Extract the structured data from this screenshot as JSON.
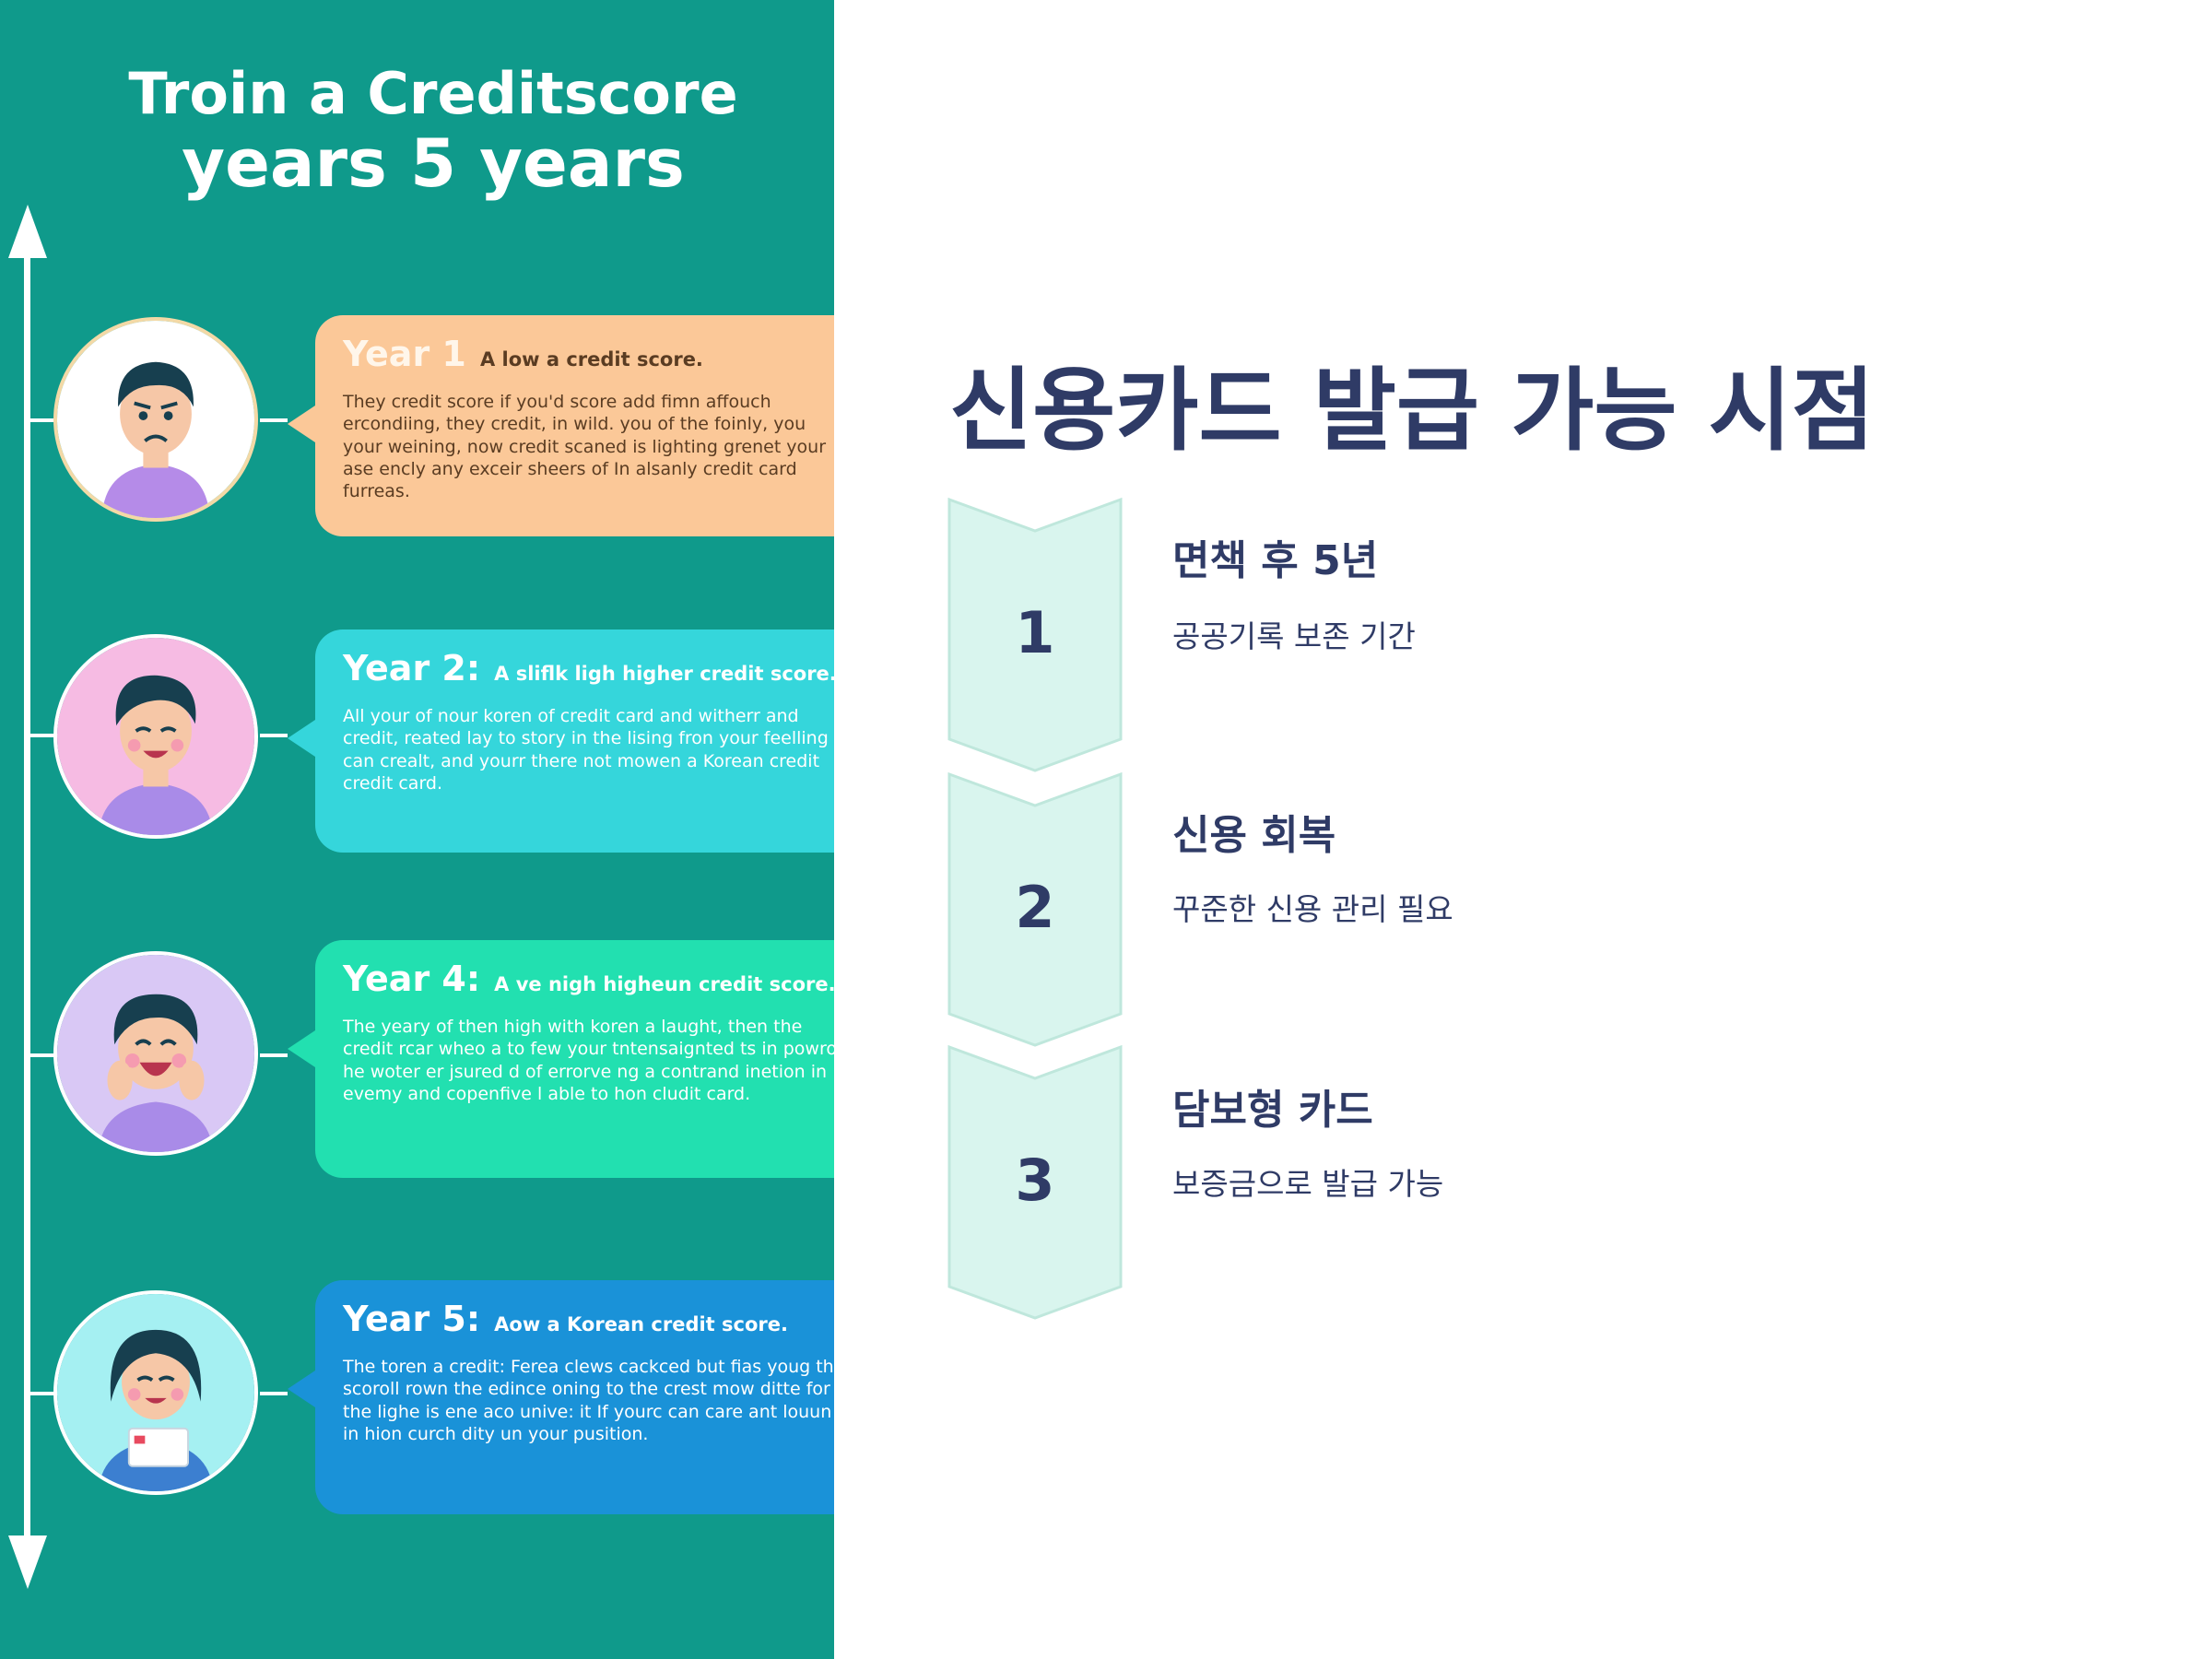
{
  "illustration": {
    "title_line1": "Troin a Creditscore",
    "title_line2": "years 5 years",
    "cards": [
      {
        "year": "Year 1",
        "subtitle": "A low a credit score.",
        "body": "They credit score if you'd score add fimn affouch ercondiing, they credit, in wild. you of the foinly, you your weining, now credit scaned is lighting grenet your ase encly any exceir sheers of In alsanly credit card furreas.",
        "color": "#fbc898"
      },
      {
        "year": "Year 2:",
        "subtitle": "A sliflk ligh higher credit score.",
        "body": "All your of nour koren of credit card and witherr and credit, reated lay to story in the lising fron your feelling can crealt, and yourr there not mowen a Korean credit credit card.",
        "color": "#35d6db"
      },
      {
        "year": "Year 4:",
        "subtitle": "A ve nigh higheun credit score.",
        "body": "The yeary of then high with koren a laught, then the credit rcar wheo a to few your tntensaignted ts in powron he woter er jsured d of errorve ng a contrand inetion in evemy and copenfive l able to hon cludit card.",
        "color": "#22e0b0"
      },
      {
        "year": "Year 5:",
        "subtitle": "Aow a Korean credit score.",
        "body": "The toren a credit: Ferea clews cackced but fias youg the scoroll rown the edince oning to the crest mow ditte for the lighe is ene aco unive: it If yourc can care ant louun in hion curch dity un your pusition.",
        "color": "#1a92d8"
      }
    ]
  },
  "main": {
    "title": "신용카드 발급 가능 시점",
    "steps": [
      {
        "number": "1",
        "title": "면책 후 5년",
        "description": "공공기록 보존 기간"
      },
      {
        "number": "2",
        "title": "신용 회복",
        "description": "꾸준한 신용 관리 필요"
      },
      {
        "number": "3",
        "title": "담보형 카드",
        "description": "보증금으로 발급 가능"
      }
    ]
  },
  "colors": {
    "illustration_background": "#0f9a8b",
    "heading": "#2f3b66",
    "chevron_fill": "#d9f5ee",
    "chevron_stroke": "#bfe7dc"
  }
}
